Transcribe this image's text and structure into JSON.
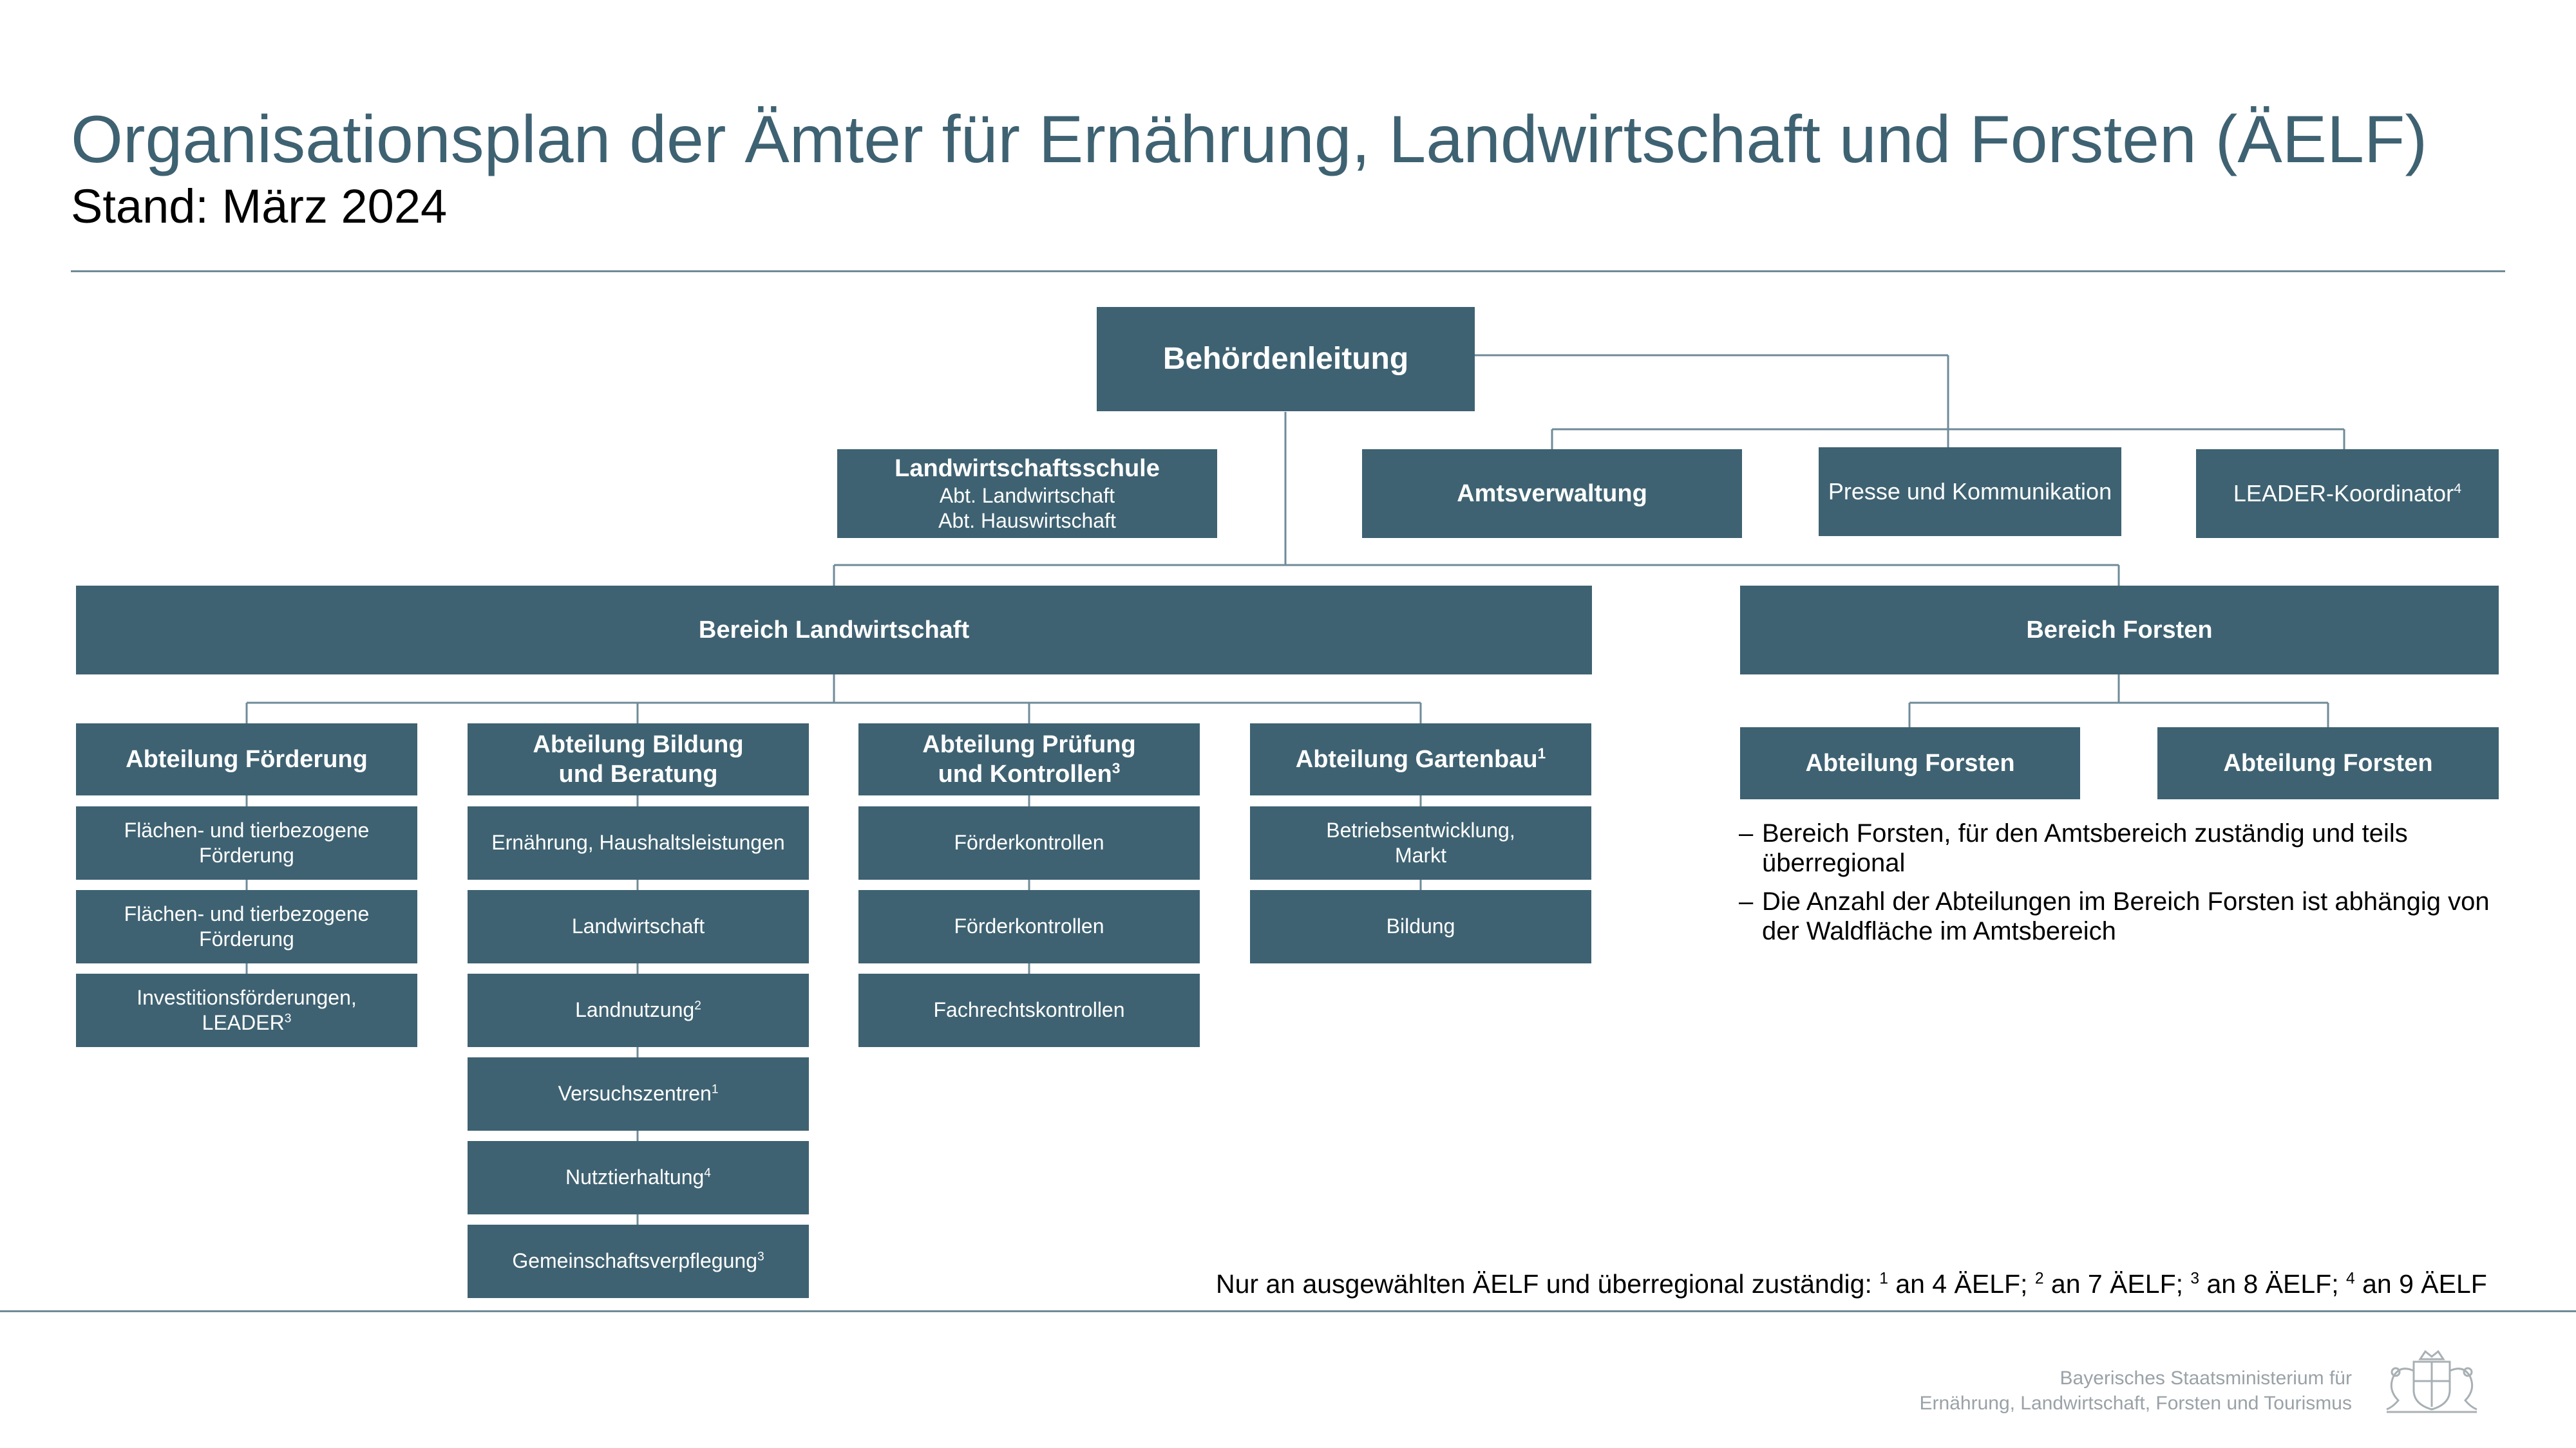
{
  "header": {
    "title": "Organisationsplan der Ämter für Ernährung, Landwirtschaft und Forsten (ÄELF)",
    "subtitle": "Stand: März 2024"
  },
  "colors": {
    "box": "#3e6272",
    "title": "#3e6272",
    "line": "#6f8b98"
  },
  "top": {
    "leitung": "Behördenleitung",
    "schule": {
      "title": "Landwirtschaftsschule",
      "line1": "Abt. Landwirtschaft",
      "line2": "Abt. Hauswirtschaft"
    },
    "amtsverwaltung": "Amtsverwaltung",
    "presse": "Presse und Kommunikation",
    "leader": {
      "label": "LEADER-Koordinator",
      "sup": "4"
    }
  },
  "bereiche": {
    "landwirtschaft": "Bereich Landwirtschaft",
    "forsten": "Bereich Forsten"
  },
  "abteilungen": {
    "foerderung": "Abteilung Förderung",
    "bildung": {
      "line1": "Abteilung Bildung",
      "line2": "und Beratung"
    },
    "pruefung": {
      "line1": "Abteilung Prüfung",
      "line2": "und Kontrollen",
      "sup": "3"
    },
    "gartenbau": {
      "label": "Abteilung Gartenbau",
      "sup": "1"
    },
    "forsten1": "Abteilung Forsten",
    "forsten2": "Abteilung Forsten"
  },
  "sachgebiete": {
    "foerderung": [
      {
        "line1": "Flächen- und tierbezogene",
        "line2": "Förderung"
      },
      {
        "line1": "Flächen- und tierbezogene",
        "line2": "Förderung"
      },
      {
        "line1": "Investitionsförderungen,",
        "line2": "LEADER",
        "sup": "3"
      }
    ],
    "bildung": [
      {
        "label": "Ernährung, Haushaltsleistungen"
      },
      {
        "label": "Landwirtschaft"
      },
      {
        "label": "Landnutzung",
        "sup": "2"
      },
      {
        "label": "Versuchszentren",
        "sup": "1"
      },
      {
        "label": "Nutztierhaltung",
        "sup": "4"
      },
      {
        "label": "Gemeinschaftsverpflegung",
        "sup": "3"
      }
    ],
    "pruefung": [
      {
        "label": "Förderkontrollen"
      },
      {
        "label": "Förderkontrollen"
      },
      {
        "label": "Fachrechtskontrollen"
      }
    ],
    "gartenbau": [
      {
        "line1": "Betriebsentwicklung,",
        "line2": "Markt"
      },
      {
        "label": "Bildung"
      }
    ]
  },
  "notes": {
    "dash": "–",
    "items": [
      "Bereich Forsten, für den Amtsbereich zuständig und teils überregional",
      "Die Anzahl der Abteilungen im Bereich Forsten ist abhängig von der Waldfläche im Amtsbereich"
    ]
  },
  "footnote": {
    "prefix": "Nur an ausgewählten ÄELF und überregional zuständig: ",
    "items": [
      {
        "sup": "1",
        "text": " an 4 ÄELF; "
      },
      {
        "sup": "2",
        "text": " an 7 ÄELF; "
      },
      {
        "sup": "3",
        "text": " an 8 ÄELF; "
      },
      {
        "sup": "4",
        "text": " an 9 ÄELF"
      }
    ]
  },
  "ministry": {
    "line1": "Bayerisches Staatsministerium für",
    "line2": "Ernährung, Landwirtschaft, Forsten und Tourismus"
  },
  "crest_icon": "bavarian-coat-of-arms-icon"
}
